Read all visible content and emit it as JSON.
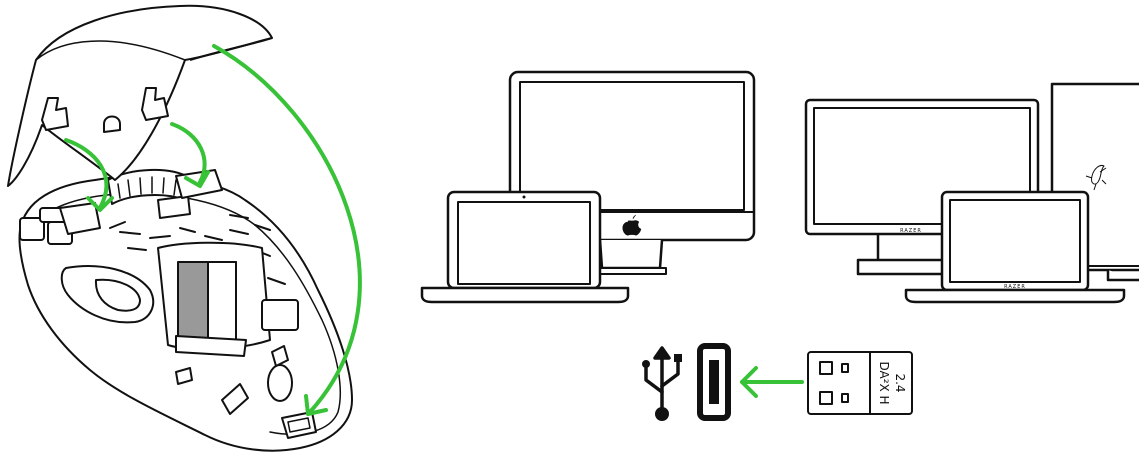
{
  "colors": {
    "arrow": "#38c238",
    "line": "#111111",
    "battery": "#999999",
    "background": "#ffffff"
  },
  "icons": {
    "apple_logo": "apple-logo-icon",
    "razer_logo": "razer-logo-icon",
    "usb_symbol": "usb-icon"
  },
  "dongle": {
    "label_top": "2.4",
    "label_bottom": "DA²X H"
  },
  "laptop_right": {
    "brand": "RAZER"
  },
  "monitor_right": {
    "brand": "RAZER"
  }
}
